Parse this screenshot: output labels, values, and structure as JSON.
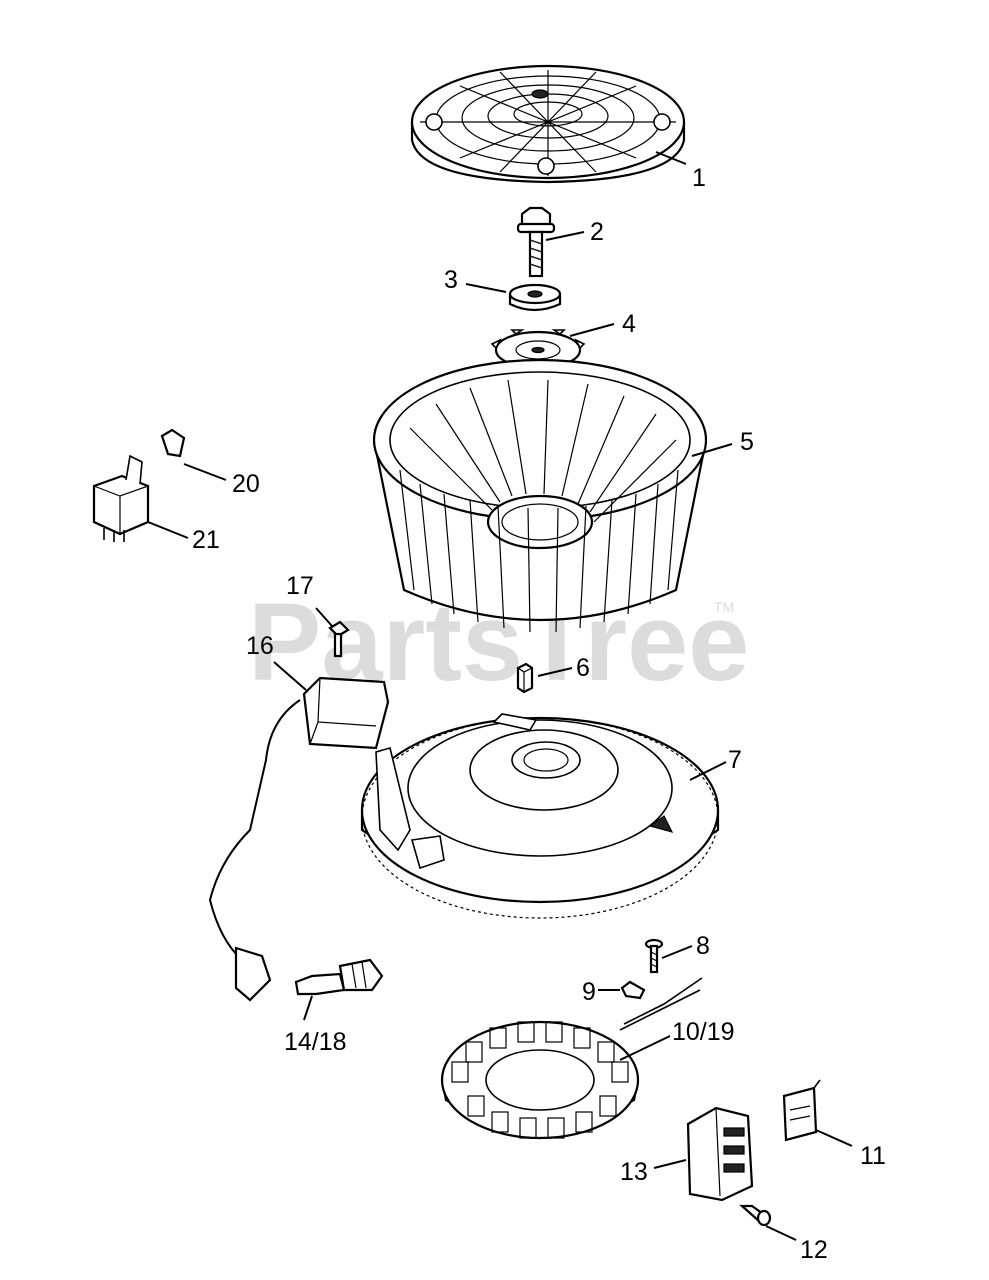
{
  "watermark": {
    "text": "PartsTree",
    "trademark": "TM"
  },
  "callouts": [
    {
      "id": "1",
      "text": "1"
    },
    {
      "id": "2",
      "text": "2"
    },
    {
      "id": "3",
      "text": "3"
    },
    {
      "id": "4",
      "text": "4"
    },
    {
      "id": "5",
      "text": "5"
    },
    {
      "id": "6",
      "text": "6"
    },
    {
      "id": "7",
      "text": "7"
    },
    {
      "id": "8",
      "text": "8"
    },
    {
      "id": "9",
      "text": "9"
    },
    {
      "id": "10_19",
      "text": "10/19"
    },
    {
      "id": "11",
      "text": "11"
    },
    {
      "id": "12",
      "text": "12"
    },
    {
      "id": "13",
      "text": "13"
    },
    {
      "id": "14_18",
      "text": "14/18"
    },
    {
      "id": "16",
      "text": "16"
    },
    {
      "id": "17",
      "text": "17"
    },
    {
      "id": "20",
      "text": "20"
    },
    {
      "id": "21",
      "text": "21"
    }
  ]
}
